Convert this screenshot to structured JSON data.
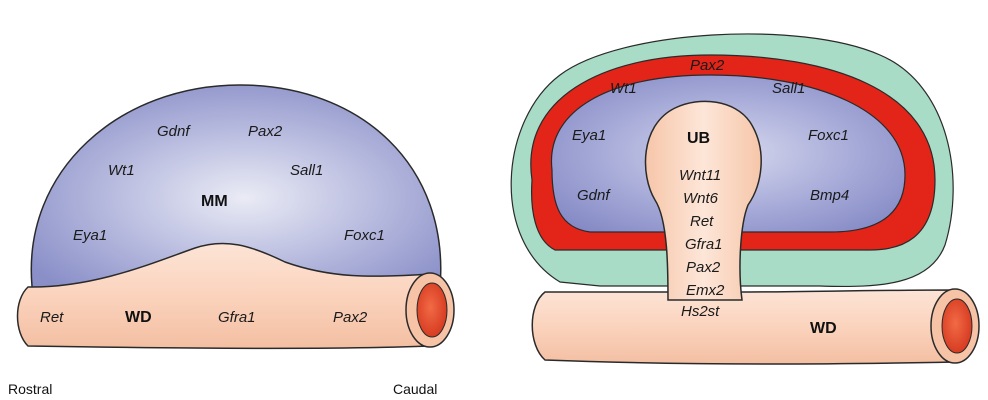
{
  "left_panel": {
    "mm_label": "MM",
    "wd_label": "WD",
    "mm_genes": [
      "Gdnf",
      "Pax2",
      "Wt1",
      "Sall1",
      "Eya1",
      "Foxc1"
    ],
    "duct_genes": [
      "Ret",
      "Gfra1",
      "Pax2"
    ],
    "rostral_label": "Rostral",
    "caudal_label": "Caudal"
  },
  "right_panel": {
    "ub_label": "UB",
    "wd_label": "WD",
    "cap_genes": [
      "Pax2",
      "Wt1",
      "Sall1",
      "Eya1",
      "Foxc1",
      "Gdnf",
      "Bmp4"
    ],
    "ub_genes": [
      "Wnt11",
      "Wnt6",
      "Ret",
      "Gfra1",
      "Pax2",
      "Emx2",
      "Hs2st"
    ]
  },
  "colors": {
    "mesenchyme": "#8a8fc8",
    "mesenchyme_light": "#e6e7f3",
    "duct_fill": "#fbd3bd",
    "duct_stroke": "#2a2a2a",
    "red_layer": "#e32418",
    "stroma": "#a8dcc6",
    "lumen": "#e8553a"
  }
}
